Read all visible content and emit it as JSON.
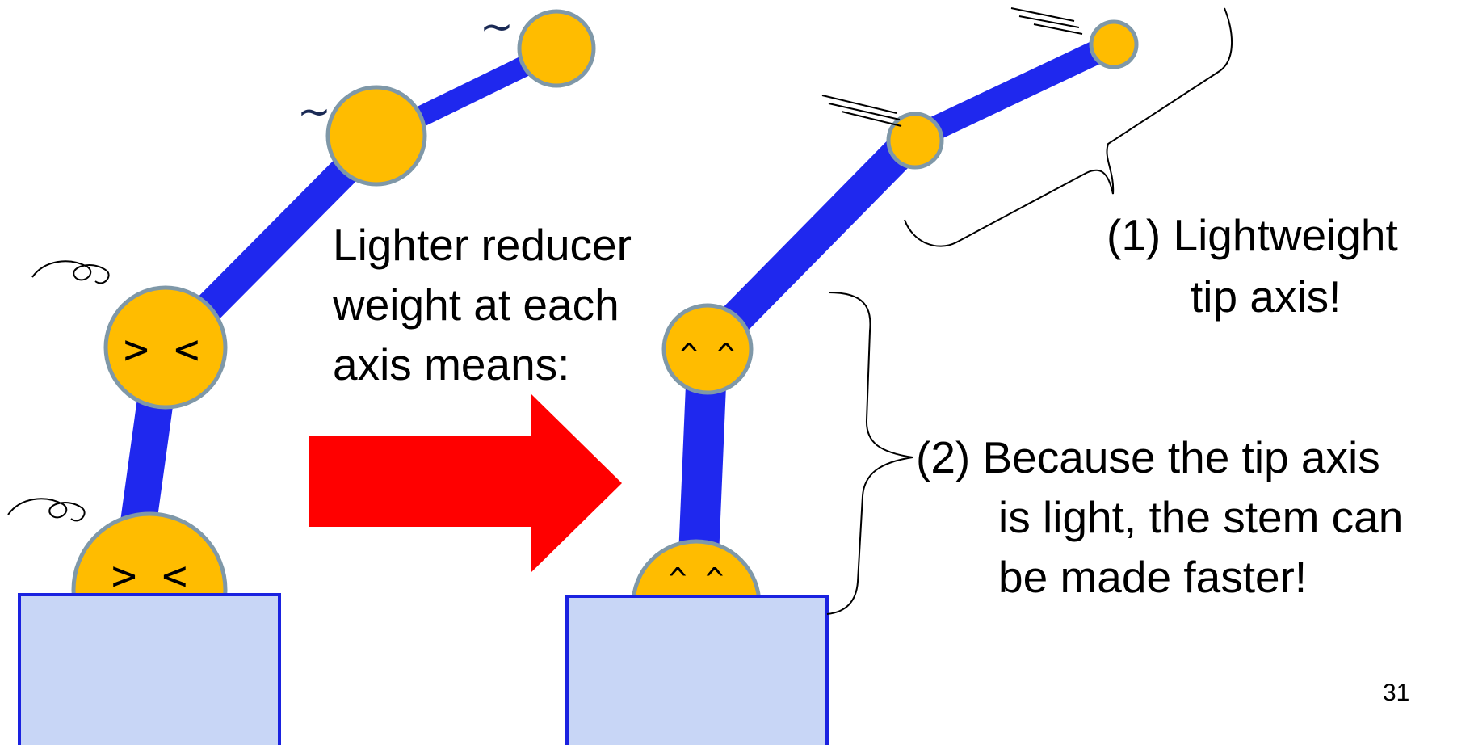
{
  "middle_text": [
    "Lighter reducer",
    "weight at each",
    "axis means:"
  ],
  "callout1": [
    "(1) Lightweight",
    "tip axis!"
  ],
  "callout2": [
    "(2) Because the tip axis",
    "is light, the stem can",
    "be made faster!"
  ],
  "faces": {
    "strained": "> <",
    "happy": "^ ^"
  },
  "motion_marks": {
    "wobble": "~"
  },
  "page_number": "31",
  "colors": {
    "arm": "#1f28ee",
    "joint": "#ffbc00",
    "joint_stroke": "#7f98a8",
    "base_fill": "#c8d6f6",
    "base_stroke": "#1a22e0",
    "arrow": "#ff0000"
  }
}
